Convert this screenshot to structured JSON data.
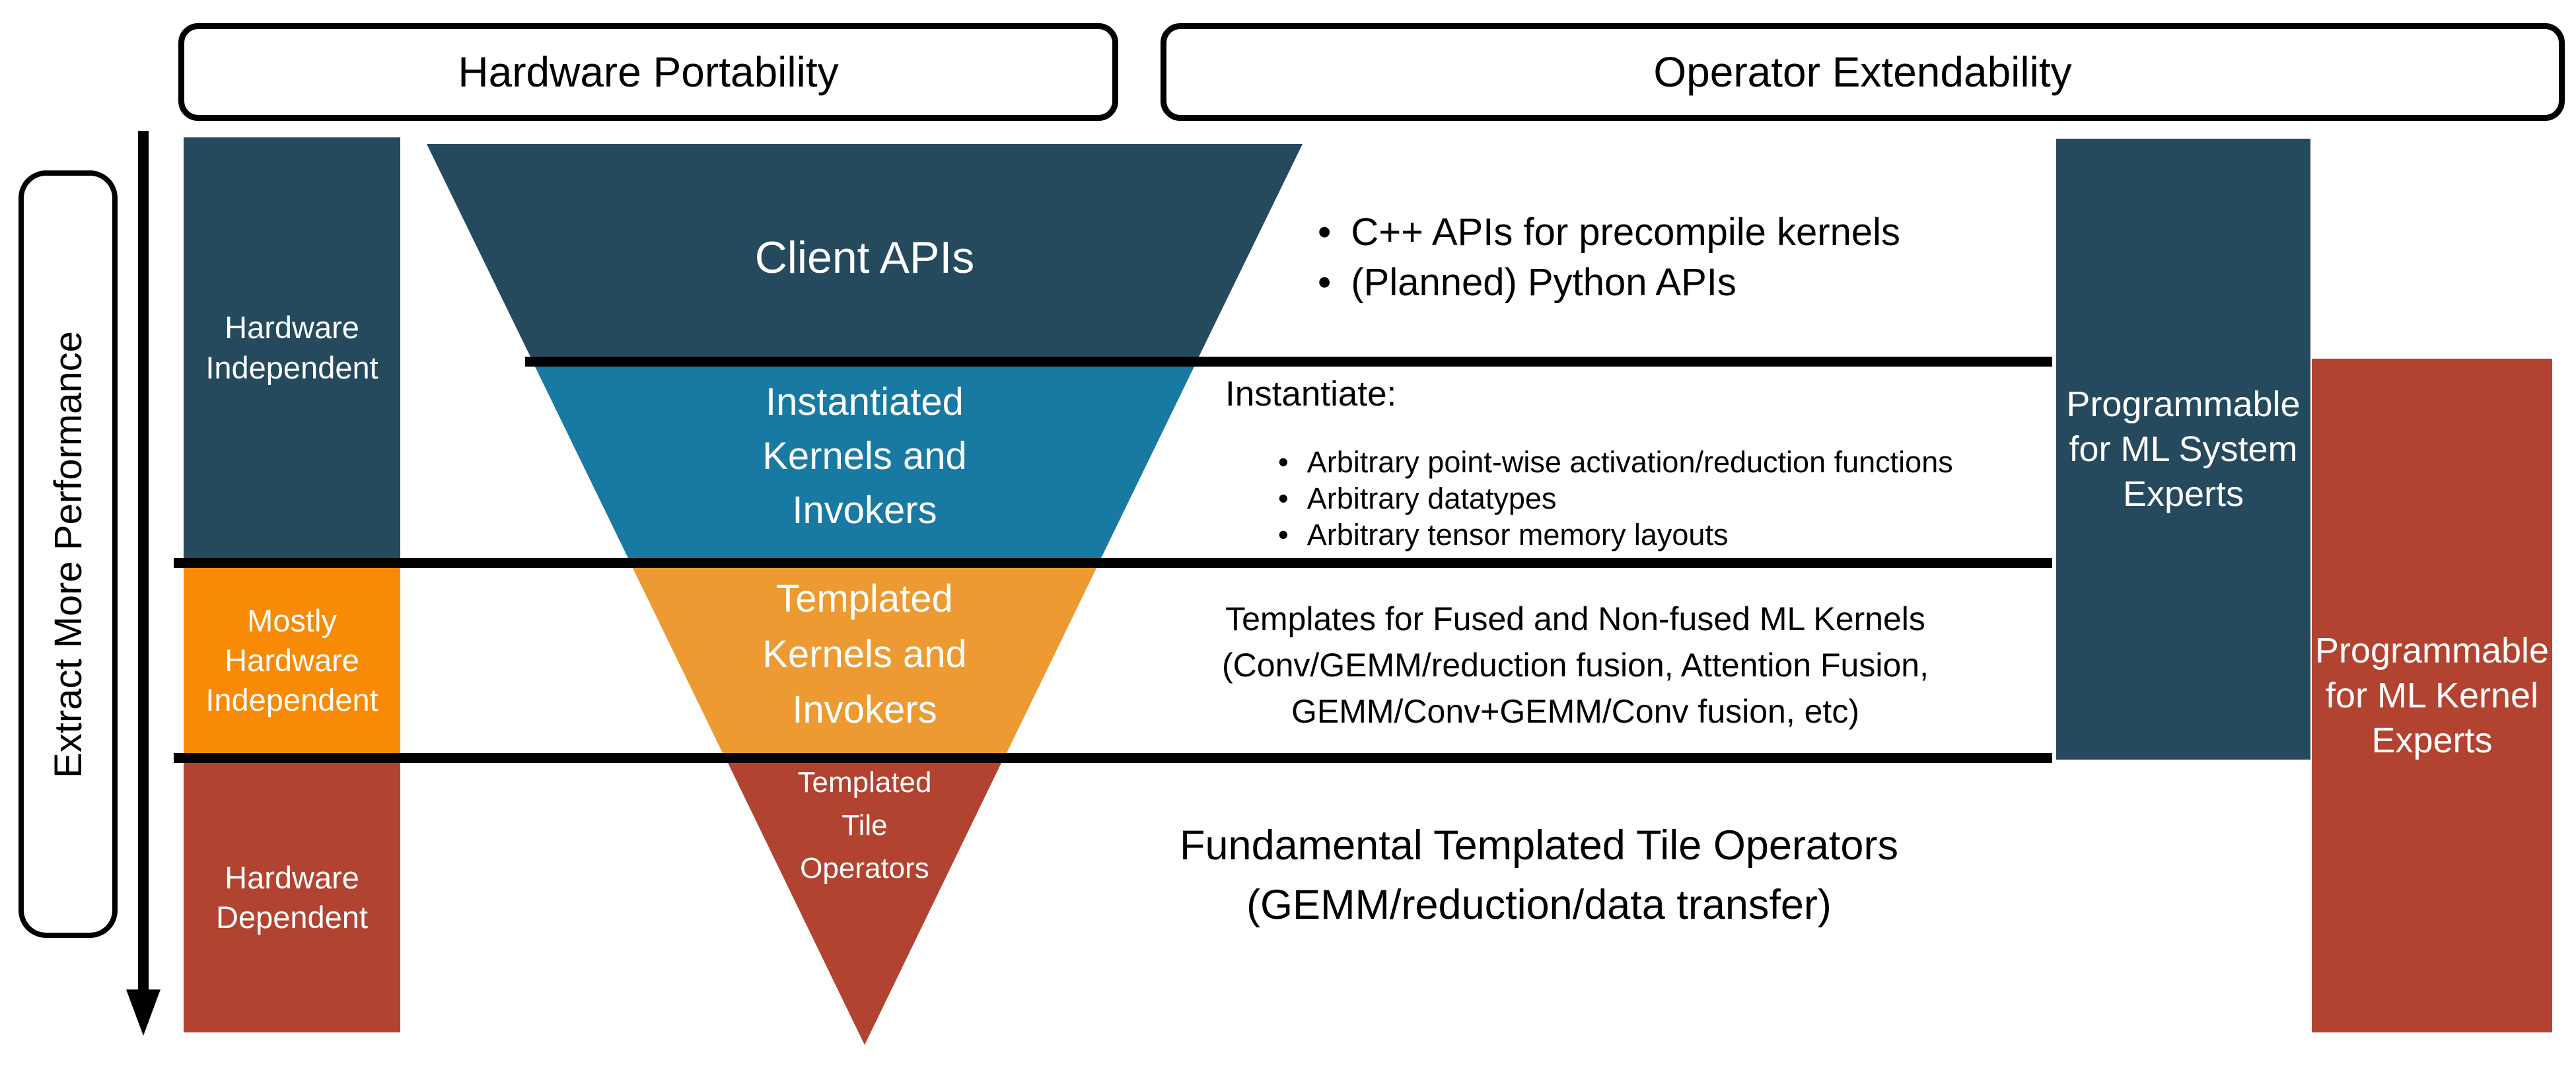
{
  "colors": {
    "dark_blue": "#25495D",
    "teal": "#1879A2",
    "orange": "#F88A05",
    "amber": "#EC9A31",
    "red": "#B24330",
    "line": "#000000"
  },
  "headers": {
    "hardware_portability": "Hardware Portability",
    "operator_extendability": "Operator Extendability"
  },
  "left_axis": {
    "label": "Extract More Performance"
  },
  "left_column": {
    "independent": [
      "Hardware",
      "Independent"
    ],
    "mostly": [
      "Mostly",
      "Hardware",
      "Independent"
    ],
    "dependent": [
      "Hardware",
      "Dependent"
    ]
  },
  "pyramid": {
    "client_apis": "Client APIs",
    "instantiated": [
      "Instantiated",
      "Kernels and",
      "Invokers"
    ],
    "templated": [
      "Templated",
      "Kernels and",
      "Invokers"
    ],
    "tile": [
      "Templated",
      "Tile",
      "Operators"
    ]
  },
  "annotations": {
    "bullet_glyph": "•",
    "client_bullets": [
      "C++ APIs for precompile kernels",
      "(Planned) Python APIs"
    ],
    "instantiate_heading": "Instantiate:",
    "instantiate_bullets": [
      "Arbitrary point-wise activation/reduction functions",
      "Arbitrary datatypes",
      "Arbitrary tensor memory layouts"
    ],
    "templates_lines": [
      "Templates for Fused and Non-fused ML Kernels",
      "(Conv/GEMM/reduction fusion, Attention Fusion,",
      "GEMM/Conv+GEMM/Conv fusion, etc)"
    ],
    "fundamental_lines": [
      "Fundamental Templated Tile Operators",
      "(GEMM/reduction/data transfer)"
    ]
  },
  "right_boxes": {
    "system": [
      "Programmable",
      "for ML System",
      "Experts"
    ],
    "kernel": [
      "Programmable",
      "for ML Kernel",
      "Experts"
    ]
  }
}
